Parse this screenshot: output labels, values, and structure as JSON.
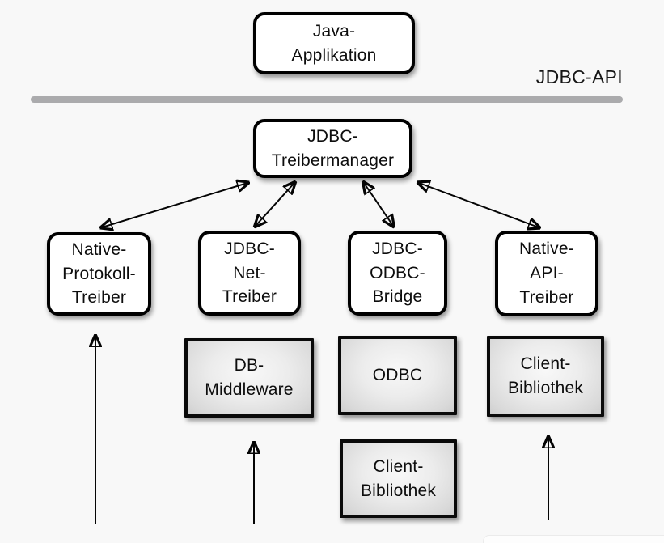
{
  "diagram": {
    "api_divider": {
      "label": "JDBC-API",
      "line_color": "#ababad"
    },
    "colors": {
      "background": "#f8f8f8",
      "box_border": "#000000",
      "white_box_fill": "#ffffff",
      "gray_box_fill_center": "#f8f8f8",
      "gray_box_fill_edge": "#cfcfcf",
      "arrow": "#050505",
      "text": "#0d0d0d"
    },
    "nodes": {
      "java_application": "Java-\nApplikation",
      "treibermanager": "JDBC-\nTreibermanager",
      "native_protokoll_treiber": "Native-\nProtokoll-\nTreiber",
      "jdbc_net_treiber": "JDBC-\nNet-\nTreiber",
      "jdbc_odbc_bridge": "JDBC-\nODBC-\nBridge",
      "native_api_treiber": "Native-\nAPI-\nTreiber",
      "db_middleware": "DB-\nMiddleware",
      "odbc": "ODBC",
      "client_bibliothek_mid": "Client-\nBibliothek",
      "client_bibliothek_bottom": "Client-\nBibliothek"
    },
    "edges": [
      {
        "from": "treibermanager",
        "to": "native_protokoll_treiber",
        "type": "bidirectional"
      },
      {
        "from": "treibermanager",
        "to": "jdbc_net_treiber",
        "type": "bidirectional"
      },
      {
        "from": "treibermanager",
        "to": "jdbc_odbc_bridge",
        "type": "bidirectional"
      },
      {
        "from": "treibermanager",
        "to": "native_api_treiber",
        "type": "bidirectional"
      },
      {
        "from": "bottom-edge",
        "to": "native_protokoll_treiber",
        "type": "up-arrow"
      },
      {
        "from": "bottom-edge",
        "to": "db_middleware",
        "type": "up-arrow"
      },
      {
        "from": "bottom-edge",
        "to": "client_bibliothek_mid",
        "type": "up-arrow"
      }
    ]
  }
}
